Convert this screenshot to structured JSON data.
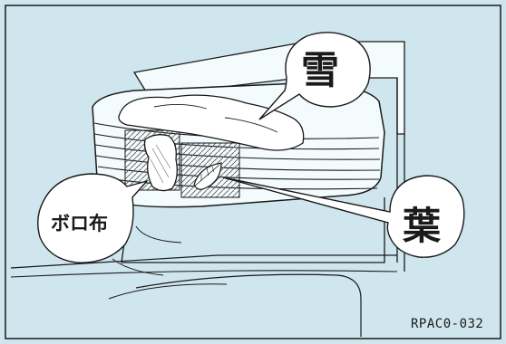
{
  "figure": {
    "callouts": {
      "snow": "雪",
      "rag": "ボロ布",
      "leaves": "葉"
    },
    "figure_code": "RPAC0-032"
  },
  "colors": {
    "background": "#cfe6ee",
    "line": "#1a1a1a",
    "callout_fill": "#ffffff",
    "panel_fill": "#f4fbfd"
  }
}
